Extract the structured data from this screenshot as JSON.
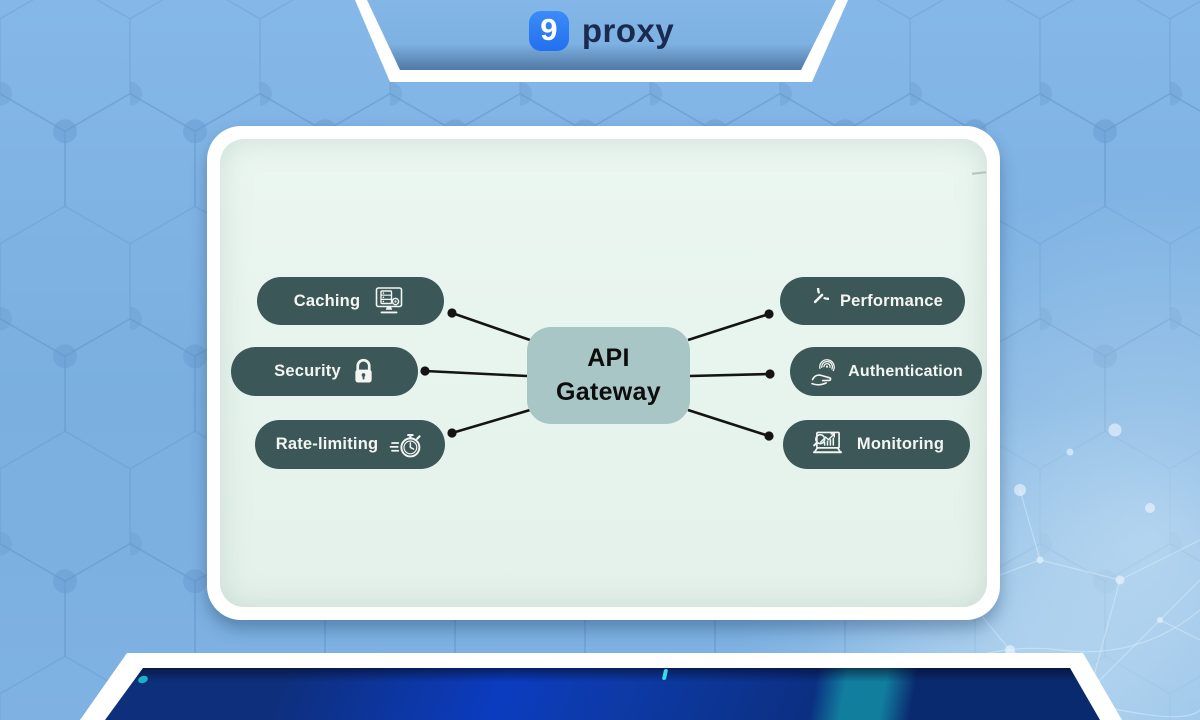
{
  "brand": {
    "logo_glyph": "9",
    "name": "proxy"
  },
  "diagram": {
    "center_title": "API\nGateway",
    "nodes_left": [
      {
        "label": "Caching",
        "icon": "server-monitor-icon"
      },
      {
        "label": "Security",
        "icon": "lock-icon"
      },
      {
        "label": "Rate-limiting",
        "icon": "stopwatch-icon"
      }
    ],
    "nodes_right": [
      {
        "label": "Performance",
        "icon": "gauge-icon"
      },
      {
        "label": "Authentication",
        "icon": "fingerprint-hand-icon"
      },
      {
        "label": "Monitoring",
        "icon": "analytics-icon"
      }
    ]
  },
  "colors": {
    "background_blue": "#7bb0e1",
    "card_surface": "#e7f3ee",
    "node_pill": "#3b5757",
    "node_text": "#f3f5f2",
    "center_box": "#a9c6c6",
    "connector": "#141414",
    "logo_blue": "#2e7cf6",
    "logo_text_navy": "#1b2b50",
    "footer_navy": "#0b2f85",
    "footer_teal": "#17b4c8"
  }
}
